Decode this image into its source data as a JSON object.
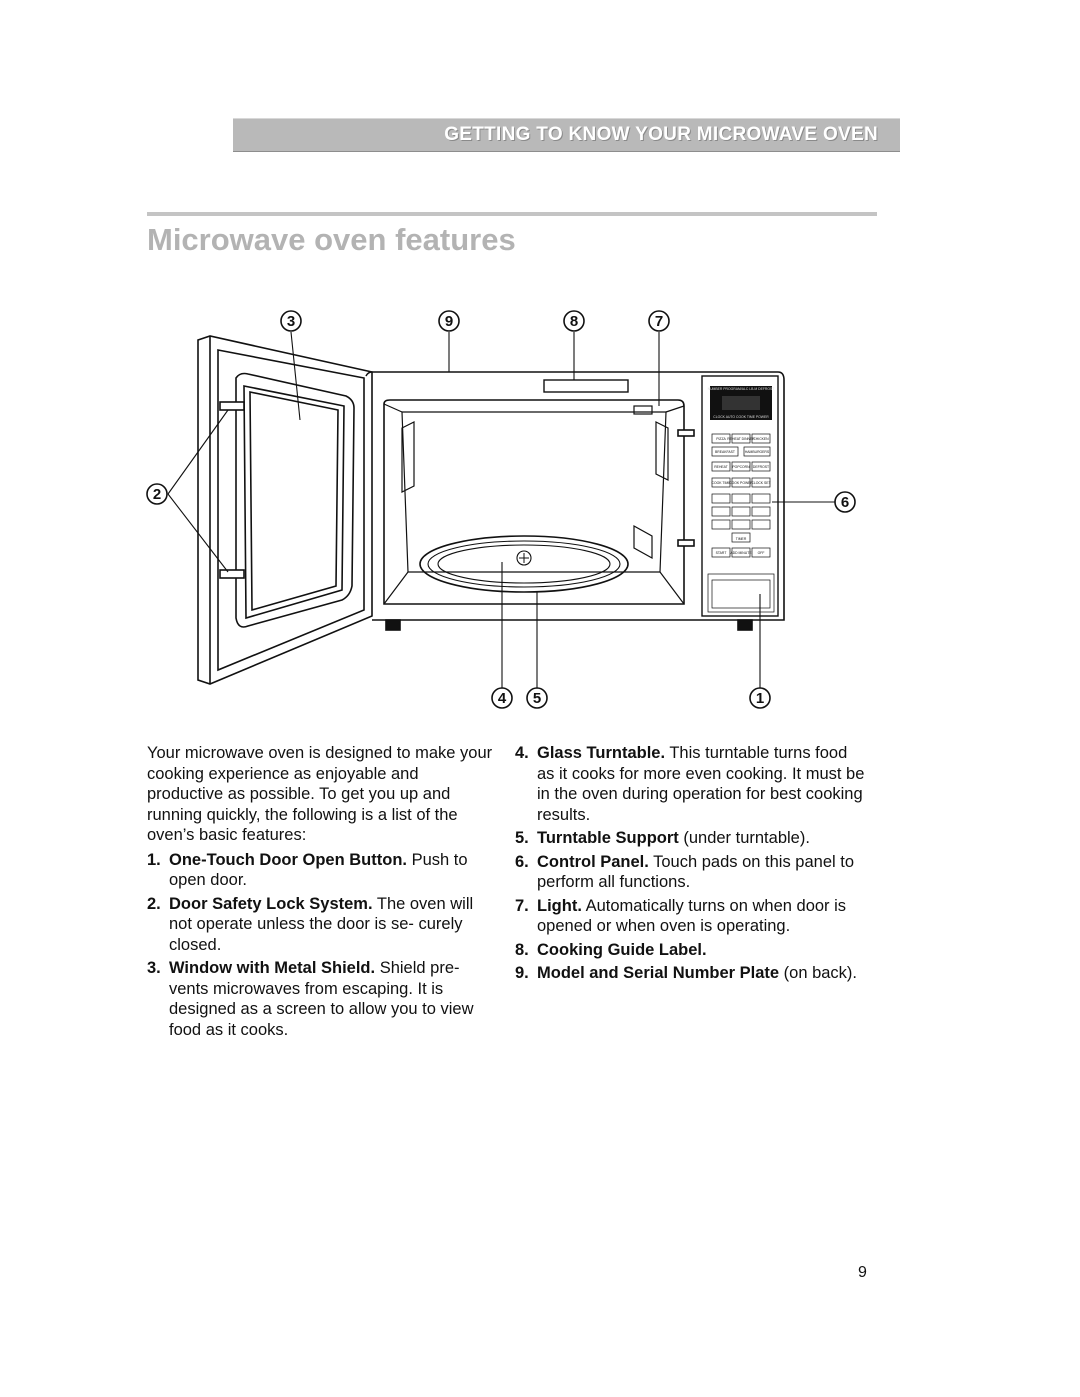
{
  "section_banner": "GETTING TO KNOW YOUR MICROWAVE OVEN",
  "page_title": "Microwave oven features",
  "figure": {
    "callouts": [
      "3",
      "9",
      "8",
      "7",
      "2",
      "6",
      "4",
      "5",
      "1"
    ],
    "panel_labels": {
      "display_top": "NUMBER  PROGRAM/ALC  LB.M  DEFROST",
      "display_bottom": "CLOCK  AUTO  COOK  TIME  POWER",
      "pizza": "PIZZA",
      "reheat_dinner": "REHEAT DINNER",
      "chicken": "CHICKEN",
      "breakfast": "BREAKFAST",
      "hamburgers": "HAMBURGERS",
      "reheat": "REHEAT",
      "popcorn": "POPCORN",
      "defrost": "DEFROST",
      "cook_time": "COOK TIME",
      "cook_power": "COOK POWER",
      "clock_set": "CLOCK SET",
      "timer": "TIMER",
      "start": "START",
      "add_minute": "ADD MINUTE",
      "off": "OFF"
    }
  },
  "left_column": {
    "intro": "Your microwave oven is designed to make your cooking experience as enjoyable and productive as possible. To get you up and running quickly, the following is a list of the oven’s basic features:",
    "items": [
      {
        "num": "1.",
        "name": "One-Touch Door Open Button.",
        "desc": " Push to open door."
      },
      {
        "num": "2.",
        "name": "Door Safety Lock System.",
        "desc": " The oven will not operate unless the door is se- curely closed."
      },
      {
        "num": "3.",
        "name": "Window with Metal Shield.",
        "desc": " Shield pre- vents microwaves from escaping. It is designed as a screen to allow you to view food as it cooks."
      }
    ]
  },
  "right_column": {
    "items": [
      {
        "num": "4.",
        "name": "Glass Turntable.",
        "desc": " This turntable turns food as it cooks for more even cooking. It must be in the oven during operation for best cooking results."
      },
      {
        "num": "5.",
        "name": "Turntable Support",
        "desc": " (under turntable)."
      },
      {
        "num": "6.",
        "name": "Control Panel.",
        "desc": " Touch pads on this panel to perform all functions."
      },
      {
        "num": "7.",
        "name": "Light.",
        "desc": " Automatically turns on when door is opened or when oven is operating."
      },
      {
        "num": "8.",
        "name": "Cooking Guide Label.",
        "desc": ""
      },
      {
        "num": "9.",
        "name": "Model and Serial Number Plate",
        "desc": " (on back)."
      }
    ]
  },
  "page_number": "9"
}
